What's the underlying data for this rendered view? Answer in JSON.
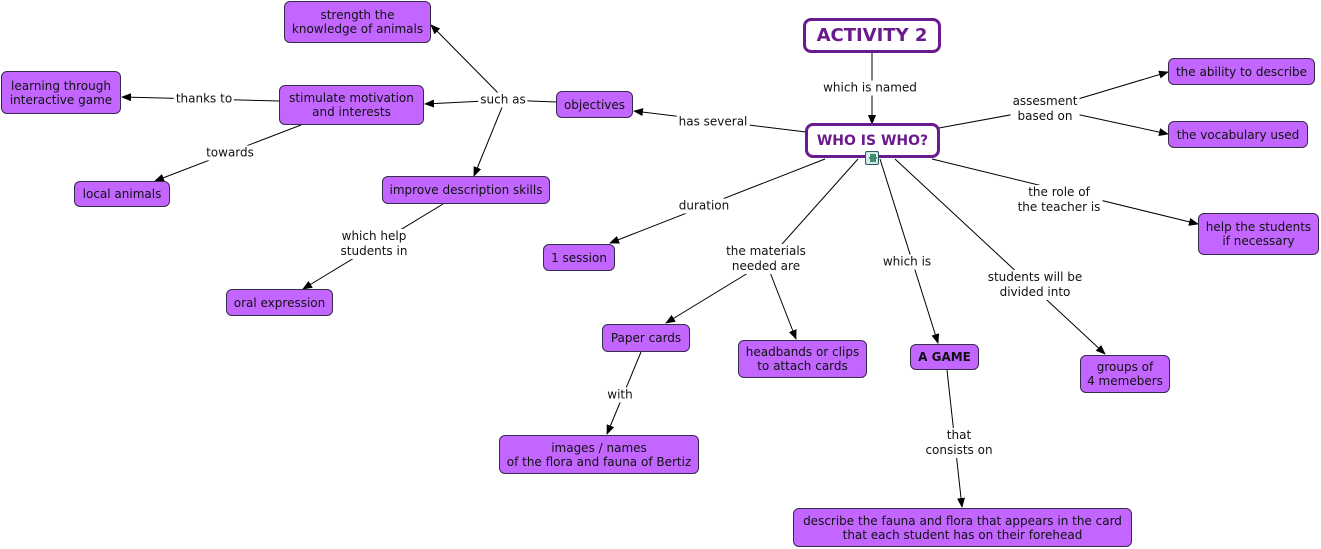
{
  "nodes": {
    "activity": "ACTIVITY 2",
    "who": "WHO IS WHO?",
    "objectives": "objectives",
    "strength": "strength the\nknowledge of animals",
    "stimulate": "stimulate motivation\nand interests",
    "learning": "learning through\ninteractive game",
    "local": "local animals",
    "improve": "improve description skills",
    "oral": "oral expression",
    "session": "1 session",
    "paper": "Paper cards",
    "images": "images / names\nof the flora and fauna of Bertiz",
    "headbands": "headbands or clips\nto attach cards",
    "game": "A GAME",
    "describe": "describe the fauna and flora that appears in the card\nthat each student has on their forehead",
    "groups": "groups of\n4 memebers",
    "ability": "the ability to describe",
    "vocabulary": "the vocabulary used",
    "help": "help the students\nif necessary"
  },
  "links": {
    "named": "which is named",
    "several": "has several",
    "such": "such as",
    "thanks": "thanks to",
    "towards": "towards",
    "whichhelp": "which help\nstudents in",
    "duration": "duration",
    "materials": "the materials\nneeded are",
    "with": "with",
    "whichis": "which is",
    "that": "that\nconsists on",
    "divided": "students will be\ndivided into",
    "assessment": "assesment\nbased on",
    "role": "the role of\nthe teacher is"
  },
  "icons": [
    "film-icon"
  ]
}
